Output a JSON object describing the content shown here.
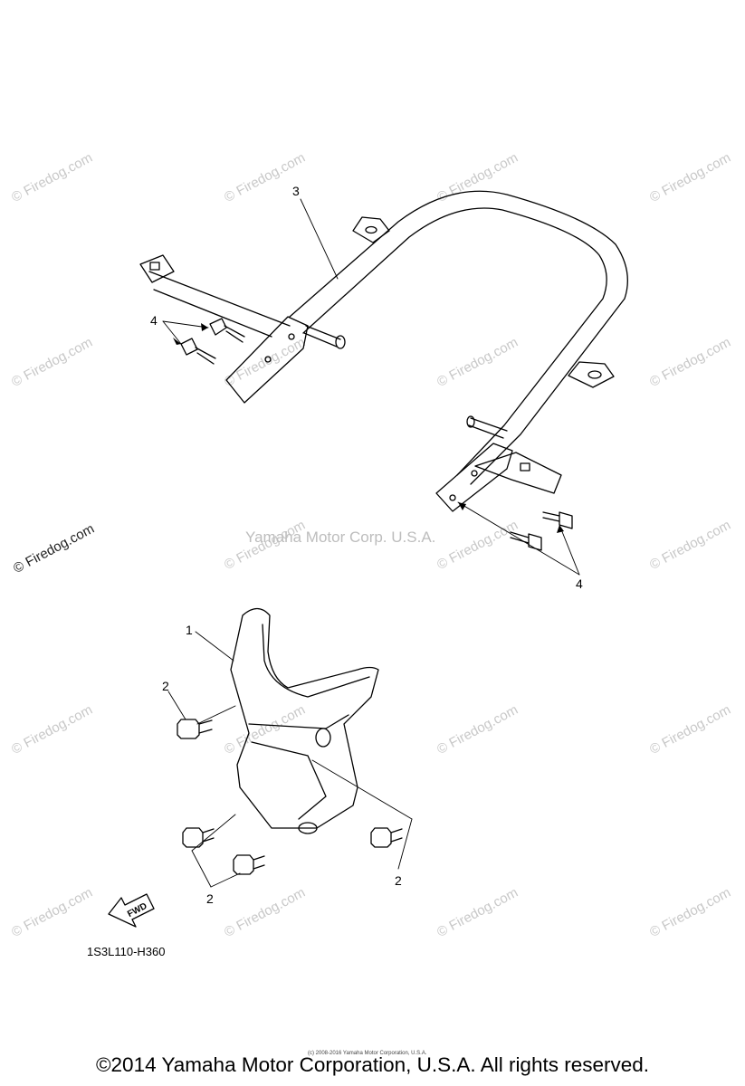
{
  "watermarks": {
    "text": "© Firedog.com",
    "center_text": "Yamaha Motor Corp. U.S.A."
  },
  "diagram": {
    "callouts": [
      "1",
      "2",
      "2",
      "2",
      "3",
      "4",
      "4"
    ],
    "fwd_label": "FWD",
    "code": "1S3L110-H360"
  },
  "footer": {
    "fine_print": "(c) 2008-2016 Yamaha Motor Corporation, U.S.A.",
    "copyright": "©2014 Yamaha Motor Corporation, U.S.A. All rights reserved."
  }
}
